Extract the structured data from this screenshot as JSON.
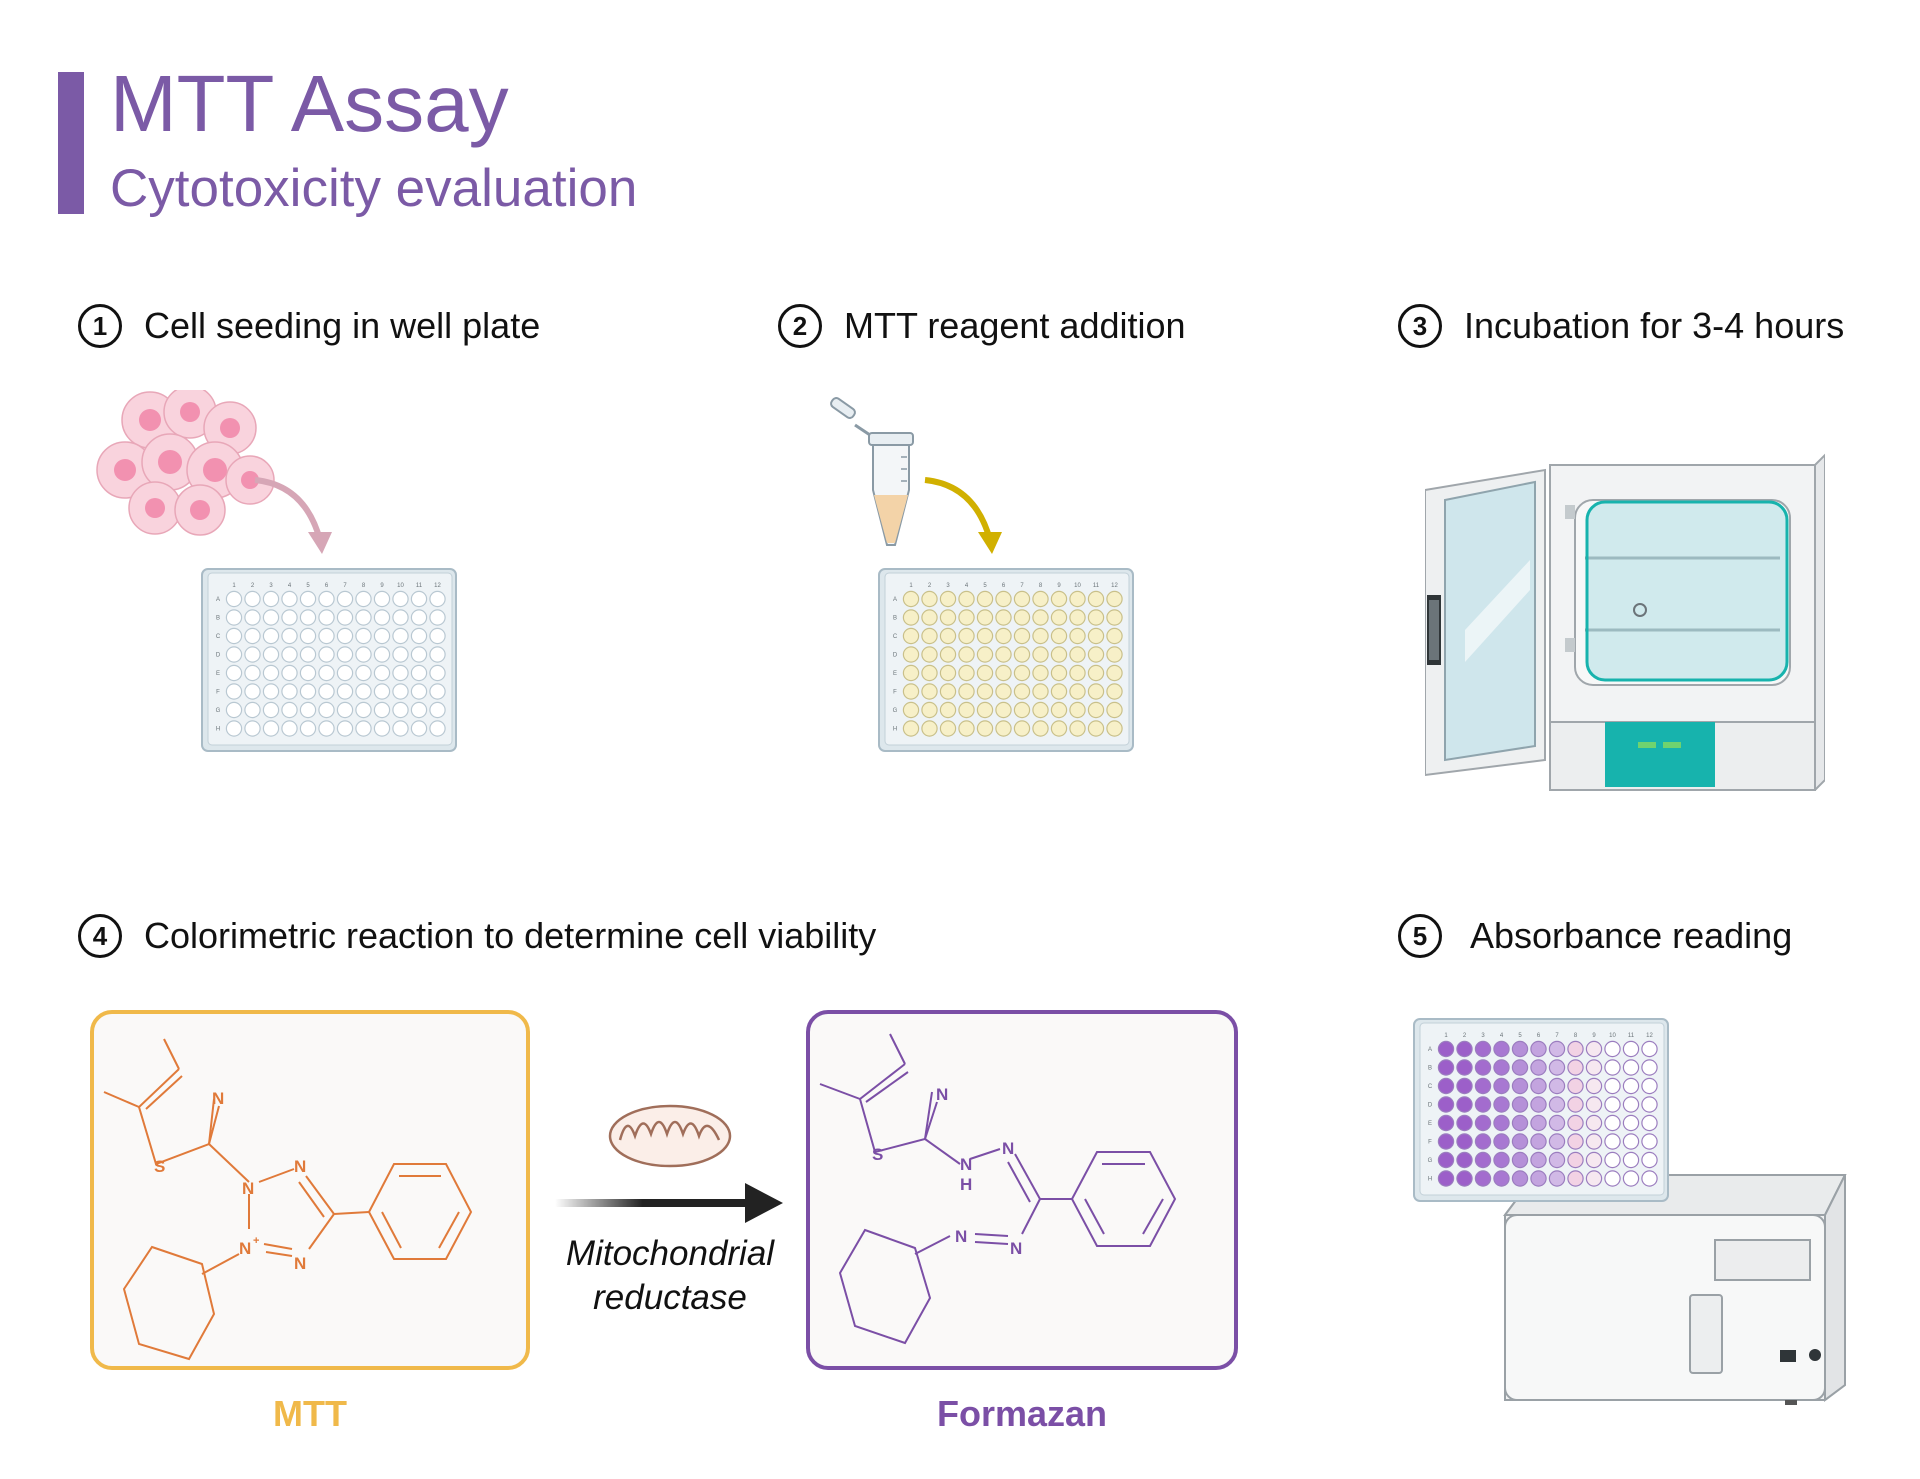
{
  "header": {
    "title": "MTT Assay",
    "subtitle": "Cytotoxicity evaluation"
  },
  "steps": [
    {
      "number": "1",
      "label": "Cell seeding in well plate"
    },
    {
      "number": "2",
      "label": "MTT reagent addition"
    },
    {
      "number": "3",
      "label": "Incubation for 3-4 hours"
    },
    {
      "number": "4",
      "label": "Colorimetric reaction to determine cell viability"
    },
    {
      "number": "5",
      "label": "Absorbance reading"
    }
  ],
  "plate": {
    "columns": [
      "1",
      "2",
      "3",
      "4",
      "5",
      "6",
      "7",
      "8",
      "9",
      "10",
      "11",
      "12"
    ],
    "rows": [
      "A",
      "B",
      "C",
      "D",
      "E",
      "F",
      "G",
      "H"
    ]
  },
  "reaction": {
    "reactant": "MTT",
    "product": "Formazan",
    "enzyme_line1": "Mitochondrial",
    "enzyme_line2": "reductase",
    "atoms": {
      "n": "N",
      "s": "S",
      "n_plus": "N",
      "plus_sign": "+",
      "h": "H"
    }
  },
  "colors": {
    "accent_purple": "#7b5aa6",
    "mtt_orange": "#e07a3a",
    "mtt_box": "#f0b94a",
    "formazan_purple": "#7b4fa6",
    "cell_pink": "#f5b8c8",
    "reagent_yellow": "#f7f0c8",
    "incubator_teal": "#17b3ad"
  }
}
